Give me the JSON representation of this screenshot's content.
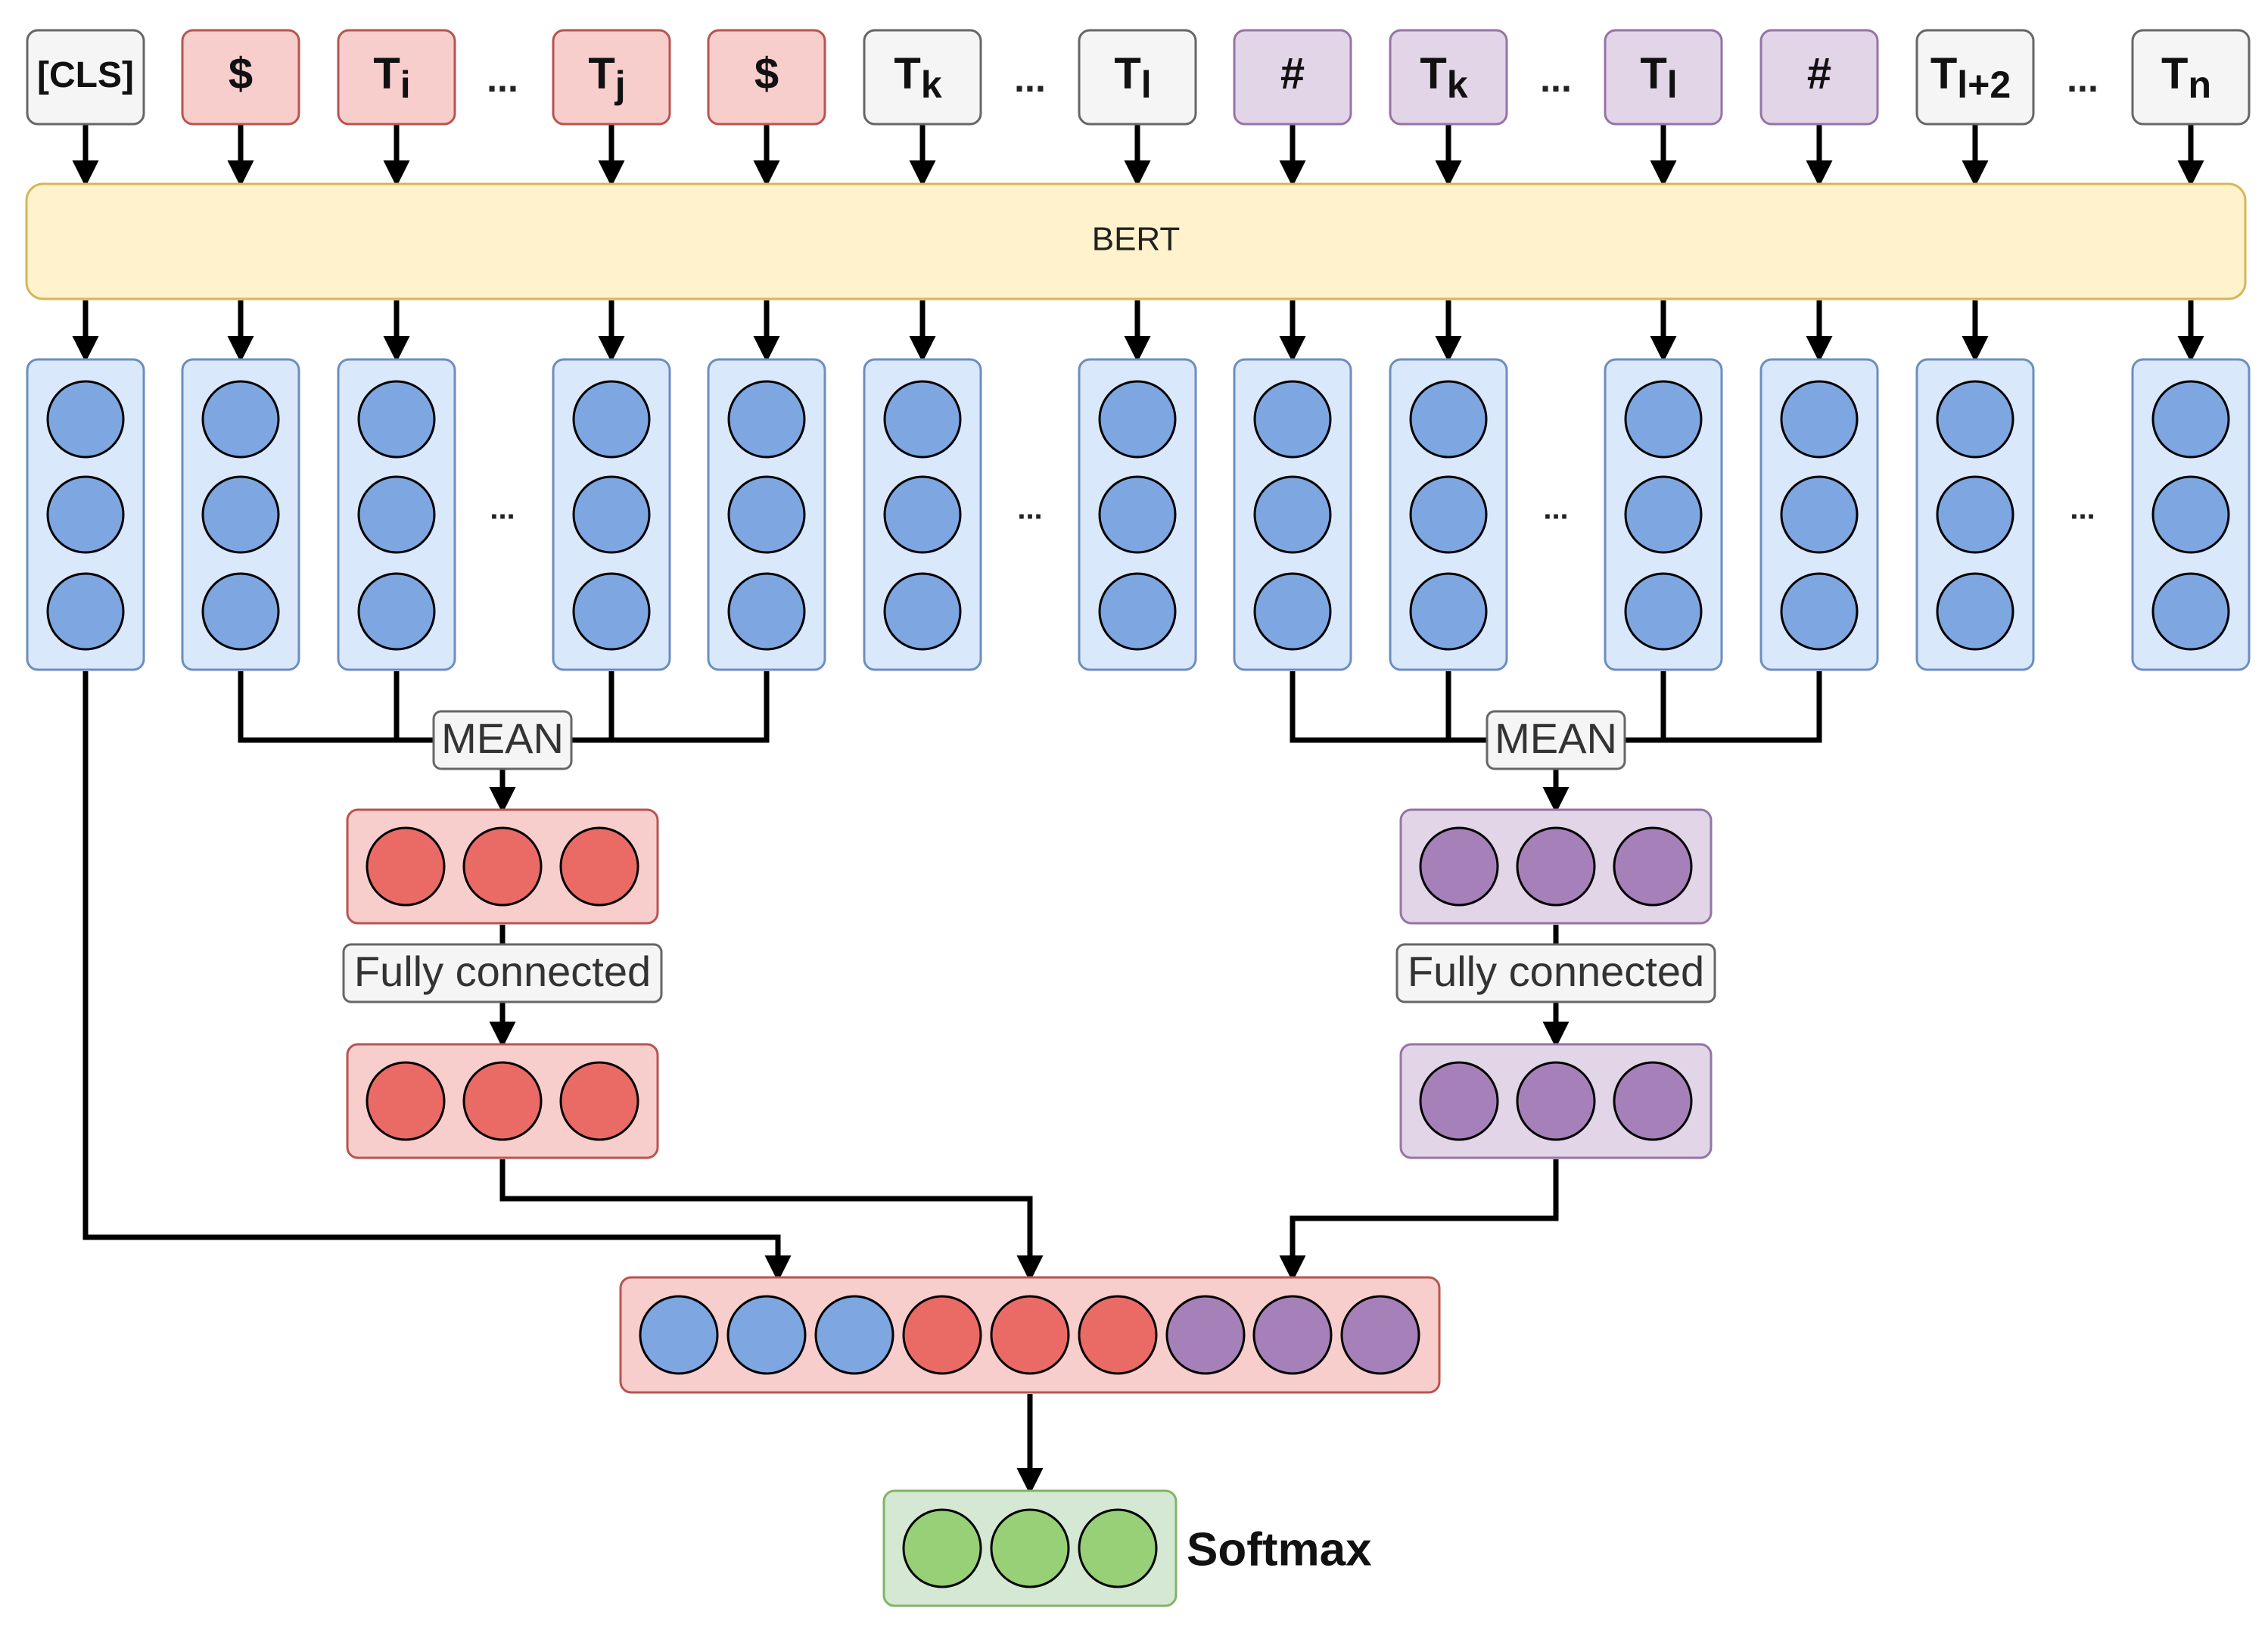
{
  "colors": {
    "neutral_fill": "#f5f5f5",
    "neutral_stroke": "#666666",
    "red_fill": "#f8cecc",
    "red_stroke": "#b85450",
    "red_circle": "#ea6b66",
    "purple_fill": "#e1d5e7",
    "purple_stroke": "#9673a6",
    "purple_circle": "#a680b8",
    "blue_fill": "#dae8fc",
    "blue_stroke": "#6c8ebf",
    "blue_circle": "#7ea6e0",
    "bert_fill": "#fff2cc",
    "bert_stroke": "#d6b656",
    "green_fill": "#d5e8d4",
    "green_stroke": "#82b366",
    "green_circle": "#97d077"
  },
  "tokens": [
    {
      "id": "cls",
      "main": "[CLS]",
      "sub": "",
      "color": "neutral"
    },
    {
      "id": "dollar-start",
      "main": "$",
      "sub": "",
      "color": "red"
    },
    {
      "id": "ti",
      "main": "T",
      "sub": "i",
      "color": "red"
    },
    {
      "id": "tj",
      "main": "T",
      "sub": "j",
      "color": "red"
    },
    {
      "id": "dollar-end",
      "main": "$",
      "sub": "",
      "color": "red"
    },
    {
      "id": "tk",
      "main": "T",
      "sub": "k",
      "color": "neutral"
    },
    {
      "id": "tl",
      "main": "T",
      "sub": "l",
      "color": "neutral"
    },
    {
      "id": "hash-start",
      "main": "#",
      "sub": "",
      "color": "purple"
    },
    {
      "id": "tk2",
      "main": "T",
      "sub": "k",
      "color": "purple"
    },
    {
      "id": "tl2",
      "main": "T",
      "sub": "l",
      "color": "purple"
    },
    {
      "id": "hash-end",
      "main": "#",
      "sub": "",
      "color": "purple"
    },
    {
      "id": "tl-plus-2",
      "main": "T",
      "sub": "l+2",
      "color": "neutral"
    },
    {
      "id": "tn",
      "main": "T",
      "sub": "n",
      "color": "neutral"
    }
  ],
  "ellipsis": "...",
  "bert_label": "BERT",
  "mean_label": "MEAN",
  "fc_label": "Fully connected",
  "softmax_label": "Softmax"
}
